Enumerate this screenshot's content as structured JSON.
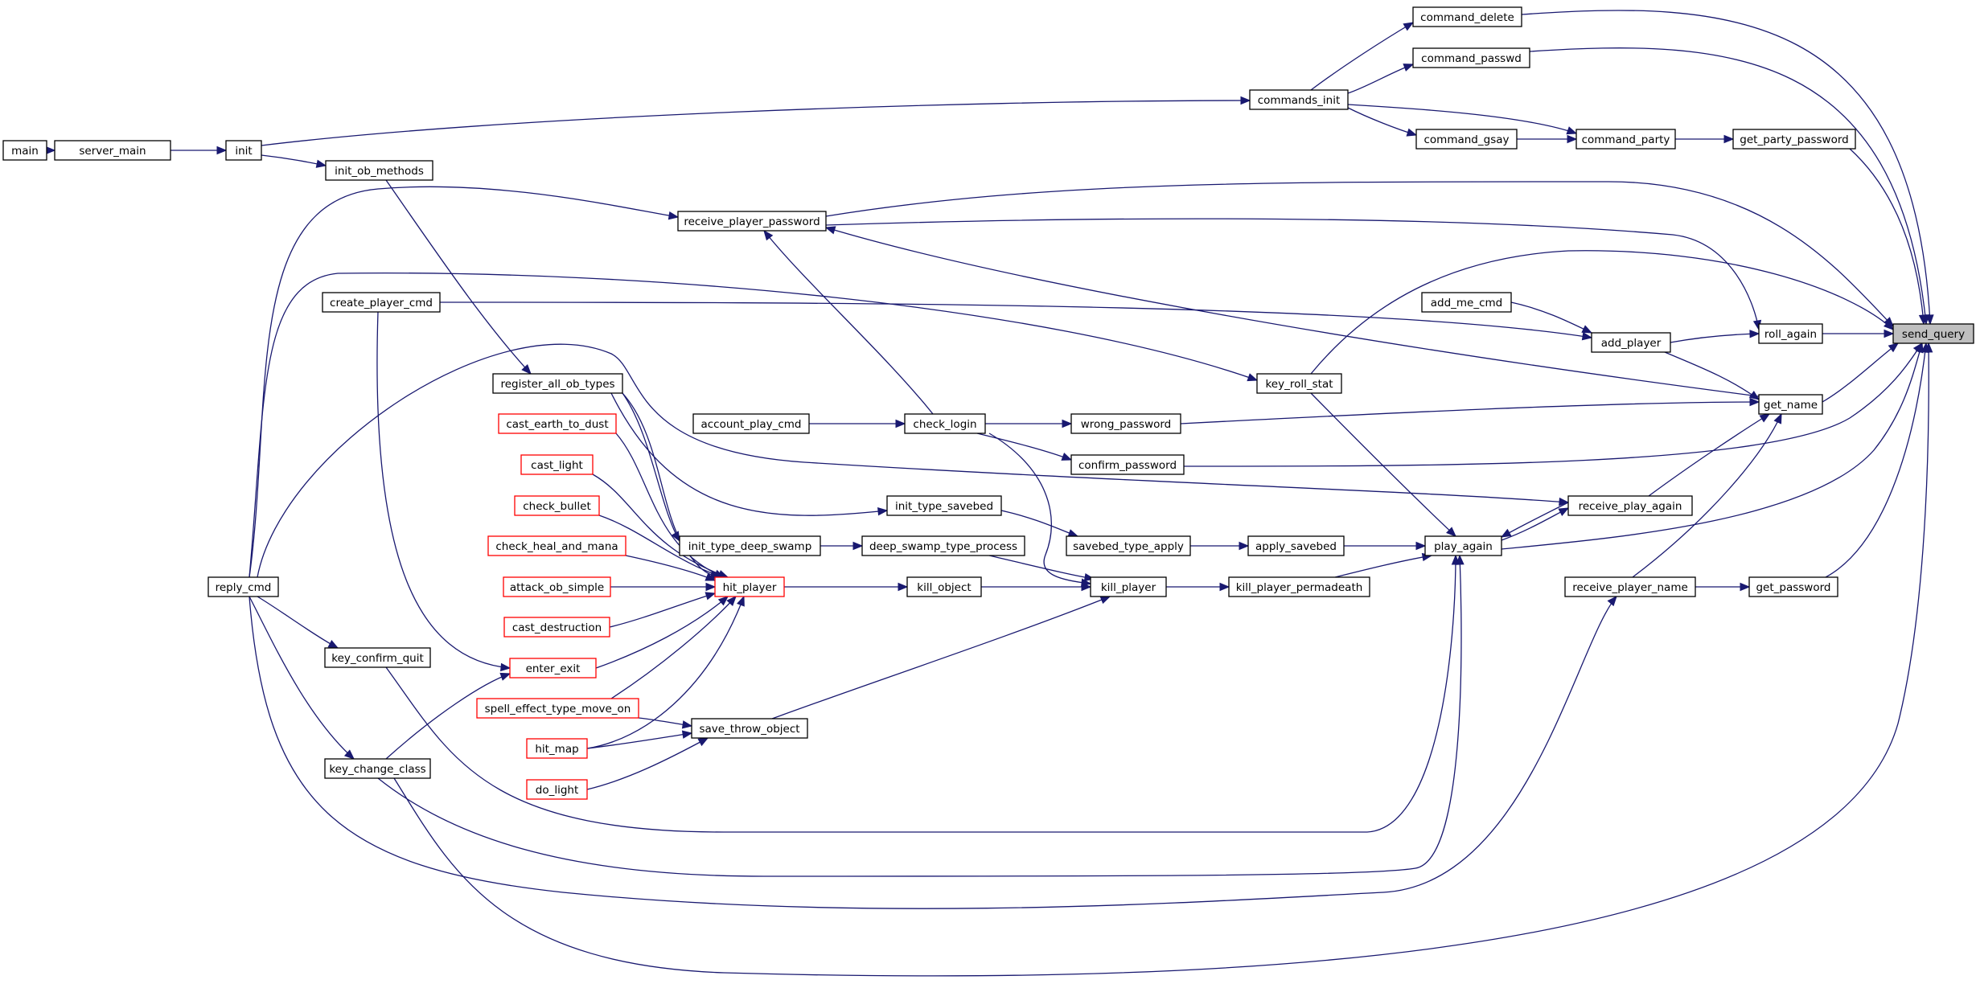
{
  "graph": {
    "direction": "right-to-left caller graph",
    "colors": {
      "edge": "#191970",
      "box_border": "#000000",
      "truncated_border": "#ff0000",
      "root_fill": "#bfbfbf"
    },
    "root": "send_query",
    "nodes": [
      {
        "id": "main",
        "label": "main"
      },
      {
        "id": "server_main",
        "label": "server_main"
      },
      {
        "id": "init",
        "label": "init"
      },
      {
        "id": "init_ob_methods",
        "label": "init_ob_methods"
      },
      {
        "id": "commands_init",
        "label": "commands_init"
      },
      {
        "id": "command_delete",
        "label": "command_delete"
      },
      {
        "id": "command_passwd",
        "label": "command_passwd"
      },
      {
        "id": "command_gsay",
        "label": "command_gsay"
      },
      {
        "id": "command_party",
        "label": "command_party"
      },
      {
        "id": "get_party_password",
        "label": "get_party_password"
      },
      {
        "id": "receive_player_password",
        "label": "receive_player_password"
      },
      {
        "id": "create_player_cmd",
        "label": "create_player_cmd"
      },
      {
        "id": "add_me_cmd",
        "label": "add_me_cmd"
      },
      {
        "id": "add_player",
        "label": "add_player"
      },
      {
        "id": "roll_again",
        "label": "roll_again"
      },
      {
        "id": "send_query",
        "label": "send_query"
      },
      {
        "id": "register_all_ob_types",
        "label": "register_all_ob_types"
      },
      {
        "id": "key_roll_stat",
        "label": "key_roll_stat"
      },
      {
        "id": "get_name",
        "label": "get_name"
      },
      {
        "id": "account_play_cmd",
        "label": "account_play_cmd"
      },
      {
        "id": "check_login",
        "label": "check_login"
      },
      {
        "id": "wrong_password",
        "label": "wrong_password"
      },
      {
        "id": "cast_earth_to_dust",
        "label": "cast_earth_to_dust",
        "truncated": true
      },
      {
        "id": "confirm_password",
        "label": "confirm_password"
      },
      {
        "id": "cast_light",
        "label": "cast_light",
        "truncated": true
      },
      {
        "id": "check_bullet",
        "label": "check_bullet",
        "truncated": true
      },
      {
        "id": "init_type_savebed",
        "label": "init_type_savebed"
      },
      {
        "id": "receive_play_again",
        "label": "receive_play_again"
      },
      {
        "id": "check_heal_and_mana",
        "label": "check_heal_and_mana",
        "truncated": true
      },
      {
        "id": "init_type_deep_swamp",
        "label": "init_type_deep_swamp"
      },
      {
        "id": "deep_swamp_type_process",
        "label": "deep_swamp_type_process"
      },
      {
        "id": "savebed_type_apply",
        "label": "savebed_type_apply"
      },
      {
        "id": "apply_savebed",
        "label": "apply_savebed"
      },
      {
        "id": "play_again",
        "label": "play_again"
      },
      {
        "id": "reply_cmd",
        "label": "reply_cmd"
      },
      {
        "id": "attack_ob_simple",
        "label": "attack_ob_simple",
        "truncated": true
      },
      {
        "id": "hit_player",
        "label": "hit_player",
        "truncated": true
      },
      {
        "id": "kill_object",
        "label": "kill_object"
      },
      {
        "id": "kill_player",
        "label": "kill_player"
      },
      {
        "id": "kill_player_permadeath",
        "label": "kill_player_permadeath"
      },
      {
        "id": "receive_player_name",
        "label": "receive_player_name"
      },
      {
        "id": "get_password",
        "label": "get_password"
      },
      {
        "id": "cast_destruction",
        "label": "cast_destruction",
        "truncated": true
      },
      {
        "id": "key_confirm_quit",
        "label": "key_confirm_quit"
      },
      {
        "id": "enter_exit",
        "label": "enter_exit",
        "truncated": true
      },
      {
        "id": "spell_effect_type_move_on",
        "label": "spell_effect_type_move_on",
        "truncated": true
      },
      {
        "id": "save_throw_object",
        "label": "save_throw_object"
      },
      {
        "id": "hit_map",
        "label": "hit_map",
        "truncated": true
      },
      {
        "id": "key_change_class",
        "label": "key_change_class"
      },
      {
        "id": "do_light",
        "label": "do_light",
        "truncated": true
      }
    ],
    "edges": [
      {
        "from": "main",
        "to": "server_main"
      },
      {
        "from": "server_main",
        "to": "init"
      },
      {
        "from": "init",
        "to": "commands_init"
      },
      {
        "from": "init",
        "to": "init_ob_methods"
      },
      {
        "from": "commands_init",
        "to": "command_delete"
      },
      {
        "from": "commands_init",
        "to": "command_passwd"
      },
      {
        "from": "commands_init",
        "to": "command_gsay"
      },
      {
        "from": "commands_init",
        "to": "command_party"
      },
      {
        "from": "command_gsay",
        "to": "command_party"
      },
      {
        "from": "command_party",
        "to": "get_party_password"
      },
      {
        "from": "command_delete",
        "to": "send_query"
      },
      {
        "from": "command_passwd",
        "to": "send_query"
      },
      {
        "from": "get_party_password",
        "to": "send_query"
      },
      {
        "from": "receive_player_password",
        "to": "send_query"
      },
      {
        "from": "receive_player_password",
        "to": "roll_again"
      },
      {
        "from": "reply_cmd",
        "to": "receive_player_password"
      },
      {
        "from": "reply_cmd",
        "to": "key_roll_stat"
      },
      {
        "from": "reply_cmd",
        "to": "receive_play_again"
      },
      {
        "from": "reply_cmd",
        "to": "key_confirm_quit"
      },
      {
        "from": "reply_cmd",
        "to": "key_change_class"
      },
      {
        "from": "reply_cmd",
        "to": "receive_player_name"
      },
      {
        "from": "create_player_cmd",
        "to": "add_player"
      },
      {
        "from": "create_player_cmd",
        "to": "enter_exit"
      },
      {
        "from": "add_me_cmd",
        "to": "add_player"
      },
      {
        "from": "add_player",
        "to": "roll_again"
      },
      {
        "from": "add_player",
        "to": "get_name"
      },
      {
        "from": "roll_again",
        "to": "send_query"
      },
      {
        "from": "get_name",
        "to": "send_query"
      },
      {
        "from": "get_name",
        "to": "receive_player_password"
      },
      {
        "from": "key_roll_stat",
        "to": "send_query"
      },
      {
        "from": "key_roll_stat",
        "to": "play_again"
      },
      {
        "from": "init_ob_methods",
        "to": "register_all_ob_types"
      },
      {
        "from": "register_all_ob_types",
        "to": "init_type_savebed"
      },
      {
        "from": "register_all_ob_types",
        "to": "init_type_deep_swamp"
      },
      {
        "from": "account_play_cmd",
        "to": "check_login"
      },
      {
        "from": "check_login",
        "to": "receive_player_password"
      },
      {
        "from": "check_login",
        "to": "wrong_password"
      },
      {
        "from": "check_login",
        "to": "confirm_password"
      },
      {
        "from": "check_login",
        "to": "kill_player"
      },
      {
        "from": "wrong_password",
        "to": "get_name"
      },
      {
        "from": "confirm_password",
        "to": "send_query"
      },
      {
        "from": "init_type_savebed",
        "to": "savebed_type_apply"
      },
      {
        "from": "savebed_type_apply",
        "to": "apply_savebed"
      },
      {
        "from": "apply_savebed",
        "to": "play_again"
      },
      {
        "from": "init_type_deep_swamp",
        "to": "deep_swamp_type_process"
      },
      {
        "from": "deep_swamp_type_process",
        "to": "kill_player"
      },
      {
        "from": "receive_play_again",
        "to": "get_name"
      },
      {
        "from": "receive_play_again",
        "to": "play_again"
      },
      {
        "from": "play_again",
        "to": "send_query"
      },
      {
        "from": "play_again",
        "to": "receive_play_again"
      },
      {
        "from": "cast_earth_to_dust",
        "to": "hit_player"
      },
      {
        "from": "cast_light",
        "to": "hit_player"
      },
      {
        "from": "check_bullet",
        "to": "hit_player"
      },
      {
        "from": "check_heal_and_mana",
        "to": "hit_player"
      },
      {
        "from": "attack_ob_simple",
        "to": "hit_player"
      },
      {
        "from": "cast_destruction",
        "to": "hit_player"
      },
      {
        "from": "enter_exit",
        "to": "hit_player"
      },
      {
        "from": "spell_effect_type_move_on",
        "to": "hit_player"
      },
      {
        "from": "hit_map",
        "to": "hit_player"
      },
      {
        "from": "register_all_ob_types",
        "to": "hit_player"
      },
      {
        "from": "hit_player",
        "to": "kill_object"
      },
      {
        "from": "kill_object",
        "to": "kill_player"
      },
      {
        "from": "kill_player",
        "to": "kill_player_permadeath"
      },
      {
        "from": "kill_player_permadeath",
        "to": "play_again"
      },
      {
        "from": "receive_player_name",
        "to": "get_password"
      },
      {
        "from": "receive_player_name",
        "to": "get_name"
      },
      {
        "from": "get_password",
        "to": "send_query"
      },
      {
        "from": "key_confirm_quit",
        "to": "play_again"
      },
      {
        "from": "key_change_class",
        "to": "enter_exit"
      },
      {
        "from": "key_change_class",
        "to": "play_again"
      },
      {
        "from": "key_change_class",
        "to": "send_query"
      },
      {
        "from": "spell_effect_type_move_on",
        "to": "save_throw_object"
      },
      {
        "from": "hit_map",
        "to": "save_throw_object"
      },
      {
        "from": "do_light",
        "to": "save_throw_object"
      },
      {
        "from": "save_throw_object",
        "to": "kill_player"
      }
    ]
  }
}
